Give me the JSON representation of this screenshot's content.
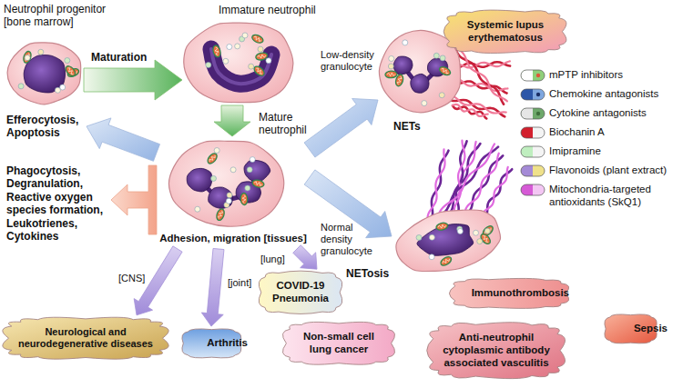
{
  "diagram": {
    "nodes": [
      {
        "text": [
          "Neutrophil progenitor [bone marrow]"
        ]
      },
      {
        "text": [
          "Immature neutrophil"
        ]
      },
      {
        "text": [
          "Mature neutrophil",
          "Adhesion, migration [tissues]"
        ]
      },
      {
        "text": [
          "NETs"
        ]
      },
      {
        "text": [
          "NETosis"
        ]
      },
      {
        "text": [
          "Efferocytosis, Apoptosis"
        ]
      },
      {
        "text": [
          "Phagocytosis, Degranulation, Reactive oxygen species formation, Leukotrienes, Cytokines"
        ]
      },
      {
        "text": [
          "Systemic lupus erythematosus"
        ]
      },
      {
        "text": [
          "Immunothrombosis"
        ]
      },
      {
        "text": [
          "Sepsis"
        ]
      },
      {
        "text": [
          "COVID-19 Pneumonia"
        ]
      },
      {
        "text": [
          "Non-small cell lung cancer"
        ]
      },
      {
        "text": [
          "Anti-neutrophil cytoplasmic antibody associated vasculitis"
        ]
      },
      {
        "text": [
          "Neurological and neurodegenerative diseases"
        ]
      },
      {
        "text": [
          "Arthritis"
        ]
      }
    ],
    "edges": [
      {
        "from": 0,
        "to": 1,
        "label": "Maturation",
        "arrow": "to"
      },
      {
        "from": 1,
        "to": 2,
        "arrow": "to"
      },
      {
        "from": 2,
        "to": 5,
        "arrow": "to"
      },
      {
        "from": 2,
        "to": 6,
        "arrow": "to"
      },
      {
        "from": 2,
        "to": 3,
        "label": "Low-density granulocyte",
        "arrow": "to"
      },
      {
        "from": 2,
        "to": 4,
        "label": "Normal density granulocyte",
        "arrow": "to"
      },
      {
        "from": 2,
        "to": 13,
        "label": "[CNS]",
        "arrow": "to"
      },
      {
        "from": 2,
        "to": 14,
        "label": "[joint]",
        "arrow": "to"
      },
      {
        "from": 2,
        "to": 10,
        "label": "[lung]",
        "arrow": "to"
      }
    ],
    "legend": [
      {
        "text": "mPTP inhibitors"
      },
      {
        "text": "Chemokine antagonists"
      },
      {
        "text": "Cytokine antagonists"
      },
      {
        "text": "Biochanin A"
      },
      {
        "text": "Imipramine"
      },
      {
        "text": "Flavonoids (plant extract)"
      },
      {
        "text": "Mitochondria-targeted antioxidants (SkQ1)"
      }
    ]
  }
}
